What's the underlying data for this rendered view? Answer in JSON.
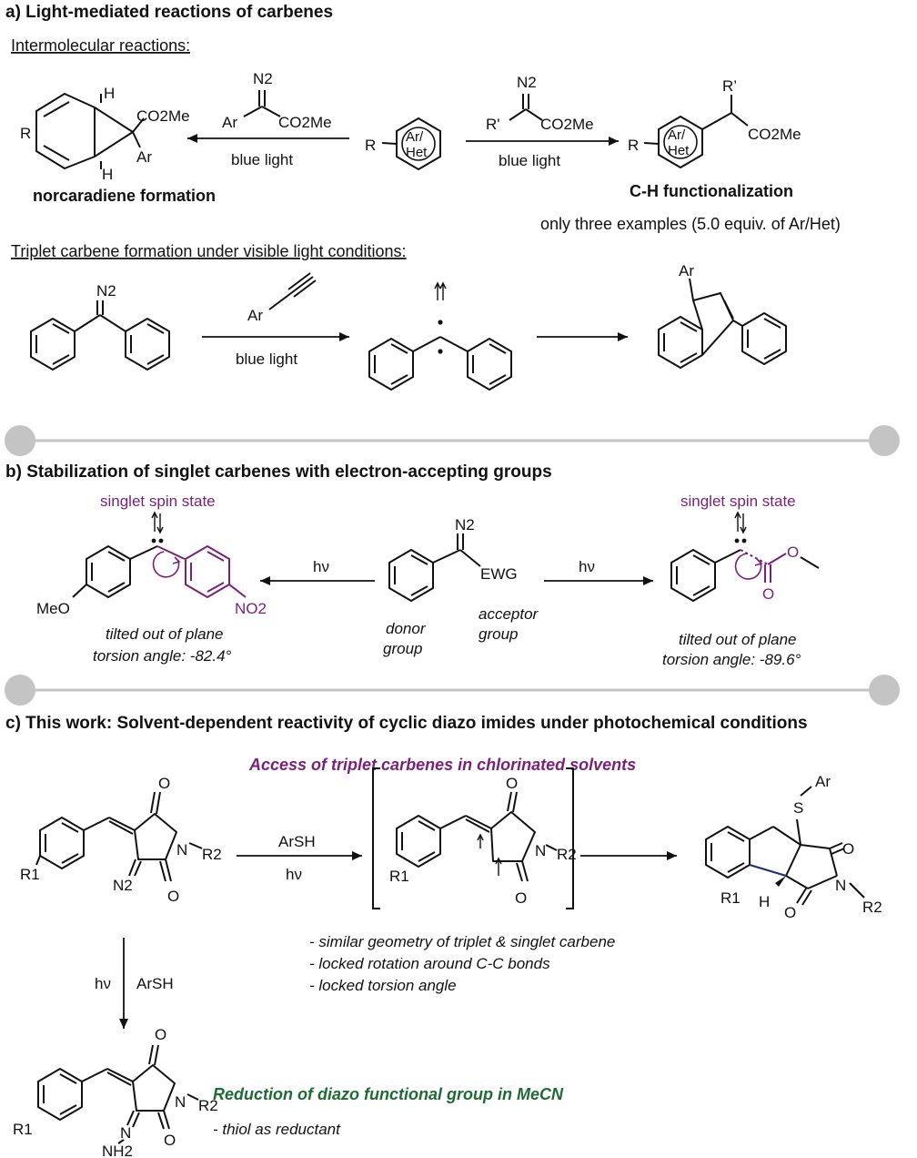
{
  "section_a": {
    "heading": "a) Light-mediated reactions of carbenes",
    "intermolecular_title": "Intermolecular reactions:",
    "arrow_label_blue_light": "blue light",
    "label_norcaradiene": "norcaradiene formation",
    "label_ch": "C-H functionalization",
    "note_ch": "only three examples (5.0 equiv. of Ar/Het)",
    "triplet_title": "Triplet carbene formation under visible light conditions:",
    "atoms": {
      "r": "R",
      "h": "H",
      "ar": "Ar",
      "co2me": "CO2Me",
      "n2": "N2",
      "rprime": "R'",
      "arhet_ar": "Ar/",
      "arhet_het": "Het",
      "rquote": "R’"
    }
  },
  "section_b": {
    "heading": "b) Stabilization of singlet carbenes with electron-accepting groups",
    "singlet_label": "singlet spin state",
    "hv": "hν",
    "ewg": "EWG",
    "donor_group": "donor\ngroup",
    "acceptor_group": "acceptor\ngroup",
    "tilted": "tilted out of plane",
    "torsion_left": "torsion angle:  -82.4°",
    "torsion_right": "torsion angle:  -89.6°",
    "atoms": {
      "meo": "MeO",
      "no2": "NO2",
      "o": "O",
      "n2": "N2"
    }
  },
  "section_c": {
    "heading": "c) This work: Solvent-dependent reactivity of cyclic diazo imides under photochemical conditions",
    "triplet_access": "Access of triplet carbenes in chlorinated solvents",
    "arsh": "ArSH",
    "hv": "hν",
    "bullets": [
      "- similar geometry of triplet & singlet carbene",
      "- locked rotation around C-C bonds",
      "- locked torsion angle"
    ],
    "reduction": "Reduction of diazo functional group in MeCN",
    "reductant": "- thiol as reductant",
    "atoms": {
      "o": "O",
      "n": "N",
      "r1": "R1",
      "r2": "R2",
      "n2": "N2",
      "s": "S",
      "ar": "Ar",
      "h": "H",
      "nh2": "NH2"
    }
  },
  "colors": {
    "purple": "#7a1f7a",
    "green": "#1e6b34",
    "separator": "#c4c4c4"
  }
}
